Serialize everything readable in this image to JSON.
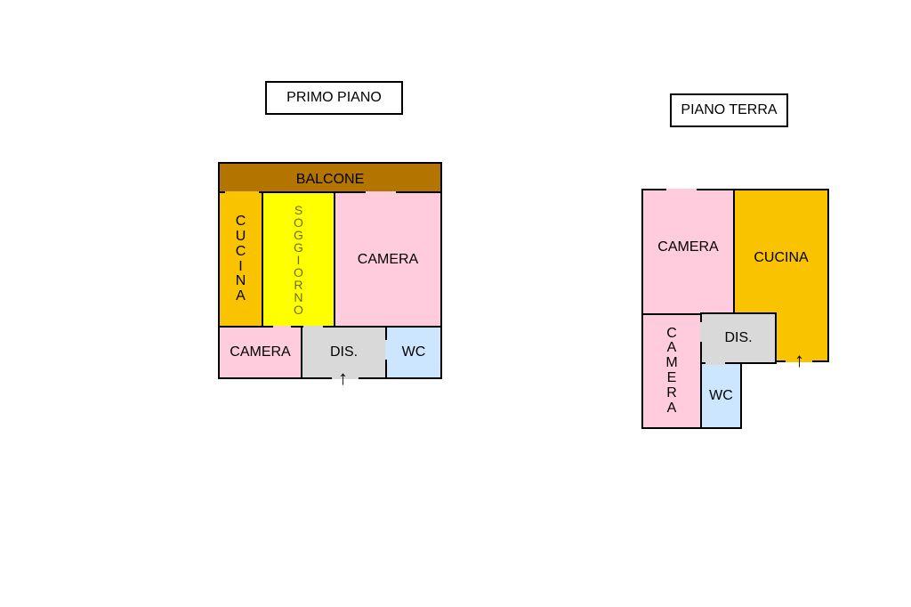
{
  "floors": {
    "first": {
      "title": "PRIMO PIANO",
      "rooms": {
        "balcone": "BALCONE",
        "cucina": "CUCINA",
        "soggiorno": "SOGGIORNO",
        "camera_large": "CAMERA",
        "camera_small": "CAMERA",
        "dis": "DIS.",
        "wc": "WC"
      },
      "entrance_arrow": "↑"
    },
    "ground": {
      "title": "PIANO TERRA",
      "rooms": {
        "camera_top": "CAMERA",
        "cucina": "CUCINA",
        "camera_vertical": "CAMERA",
        "dis": "DIS.",
        "wc": "WC"
      },
      "entrance_arrow": "↑"
    }
  },
  "colors": {
    "balcone": "#b47400",
    "cucina": "#f9c300",
    "soggiorno": "#ffff00",
    "camera": "#ffccdd",
    "dis": "#d9d9d9",
    "wc": "#cce6ff",
    "soggiorno_text": "#6b6b00"
  }
}
